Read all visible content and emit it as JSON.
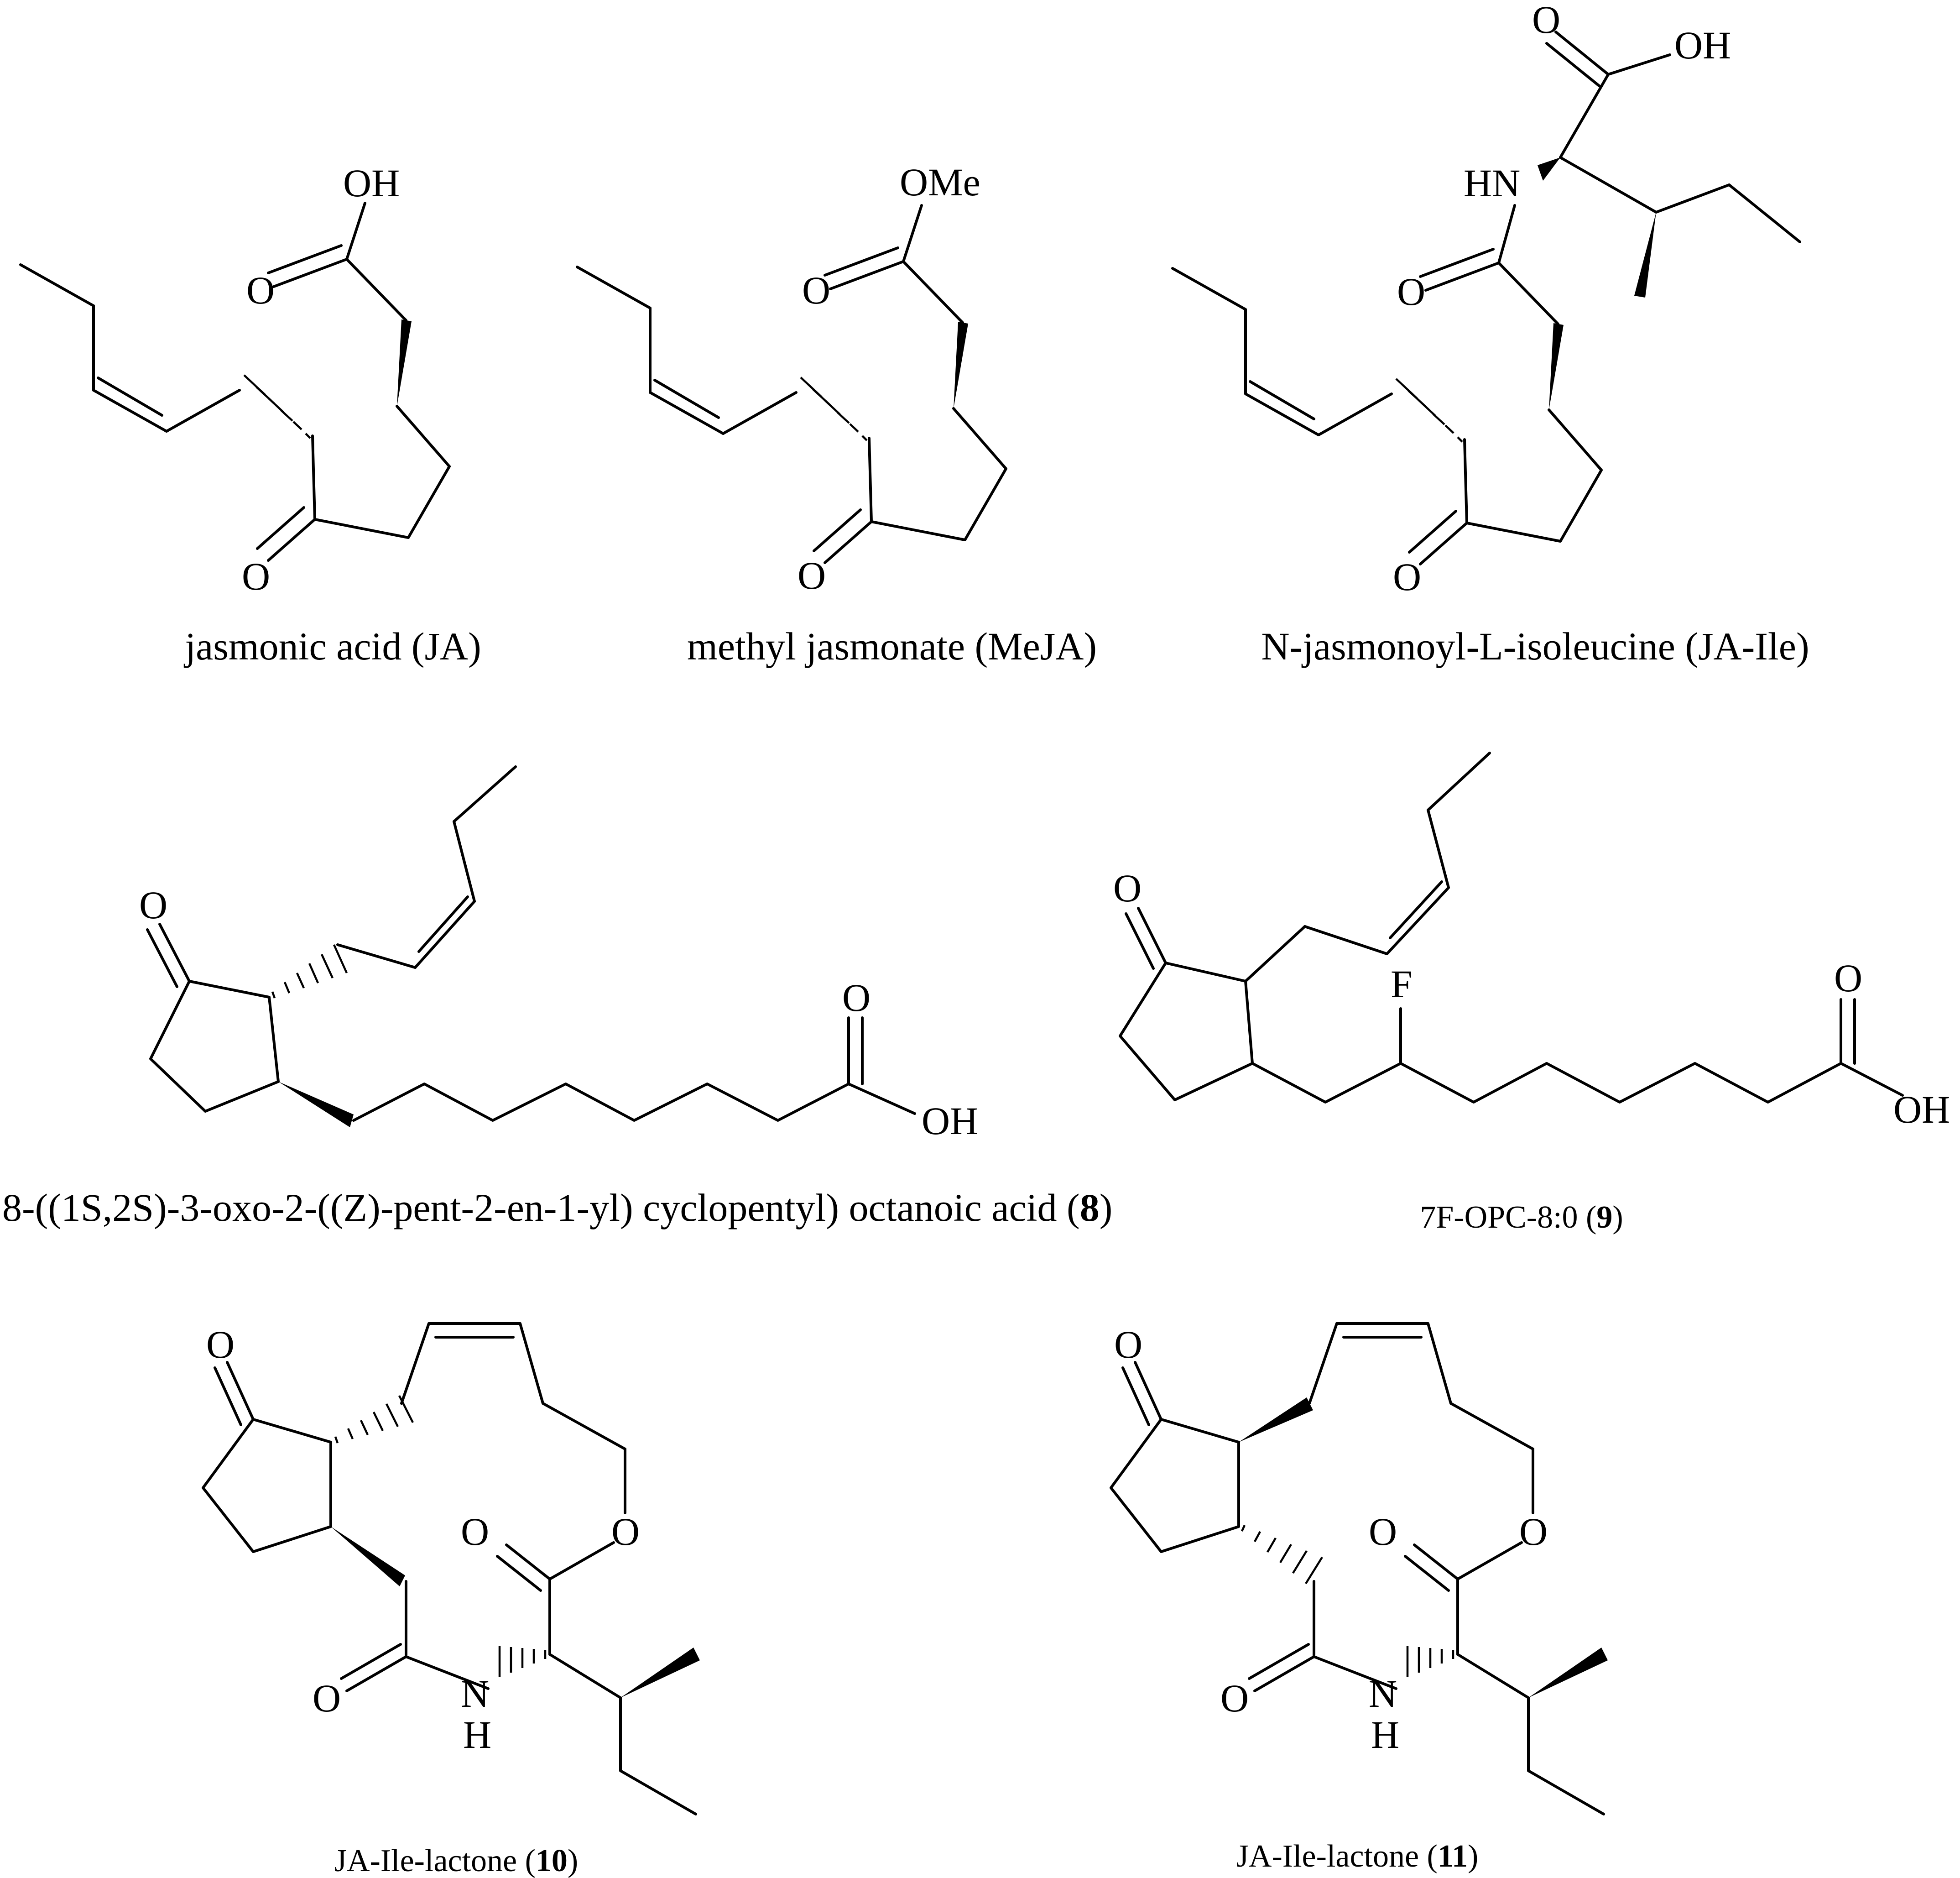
{
  "structures": [
    {
      "id": "ja",
      "atoms": {
        "oh": "OH",
        "o_acid": "O",
        "o_ketone": "O"
      },
      "caption": {
        "text": "jasmonic acid (JA)"
      }
    },
    {
      "id": "meja",
      "atoms": {
        "ome": "OMe",
        "o_ester": "O",
        "o_ketone": "O"
      },
      "caption": {
        "text": "methyl jasmonate (MeJA)"
      }
    },
    {
      "id": "jaile",
      "atoms": {
        "oh": "OH",
        "o_acid": "O",
        "hn": "HN",
        "o_amide": "O",
        "o_ketone": "O"
      },
      "caption": {
        "text": "N-jasmonoyl-L-isoleucine (JA-Ile)"
      }
    },
    {
      "id": "c8",
      "atoms": {
        "o_ketone": "O",
        "o_acid": "O",
        "oh": "OH"
      },
      "caption": {
        "text": "8-((1S,2S)-3-oxo-2-((Z)-pent-2-en-1-yl) cyclopentyl) octanoic acid (",
        "bold": "8",
        "tail": ")"
      }
    },
    {
      "id": "c9",
      "atoms": {
        "o_ketone": "O",
        "f": "F",
        "o_acid": "O",
        "oh": "OH"
      },
      "caption": {
        "text": "7F-OPC-8:0 (",
        "bold": "9",
        "tail": ")"
      }
    },
    {
      "id": "c10",
      "atoms": {
        "o_ketone": "O",
        "o_lactone": "O",
        "o_ring": "O",
        "o_amide": "O",
        "n": "N",
        "h": "H"
      },
      "caption": {
        "text": "JA-Ile-lactone (",
        "bold": "10",
        "tail": ")"
      }
    },
    {
      "id": "c11",
      "atoms": {
        "o_ketone": "O",
        "o_lactone": "O",
        "o_ring": "O",
        "o_amide": "O",
        "n": "N",
        "h": "H"
      },
      "caption": {
        "text": "JA-Ile-lactone (",
        "bold": "11",
        "tail": ")"
      }
    }
  ]
}
